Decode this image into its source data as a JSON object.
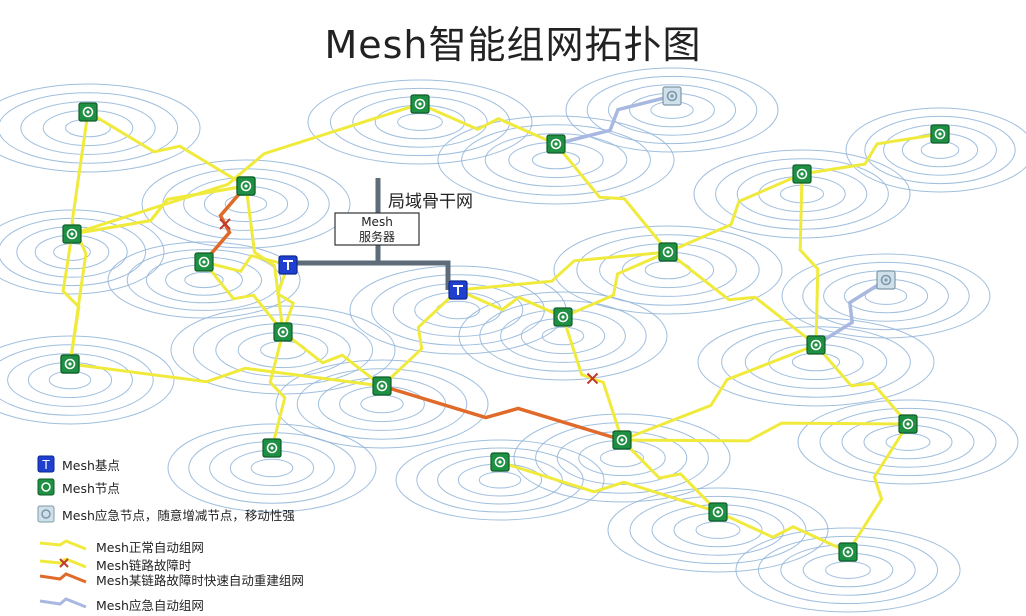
{
  "title": "Mesh智能组网拓扑图",
  "labels": {
    "backbone": "局域骨干网",
    "server_line1": "Mesh",
    "server_line2": "服务器"
  },
  "colors": {
    "ring": "#8fb4d8",
    "normal_link": "#f0ea3c",
    "repair_link": "#e06a2a",
    "emergency_link": "#a8b8e0",
    "backbone": "#5e6b78",
    "mesh_node": "#1f8f43",
    "root_node": "#1f3fd0",
    "emergency_node": "#cfe0ea",
    "fault_mark": "#c0392b"
  },
  "nodes": [
    {
      "id": "n1",
      "type": "node"
    },
    {
      "id": "n2",
      "type": "emergency"
    },
    {
      "id": "n3",
      "type": "node"
    },
    {
      "id": "n4",
      "type": "node"
    },
    {
      "id": "n5",
      "type": "node"
    },
    {
      "id": "n6",
      "type": "node"
    },
    {
      "id": "n7",
      "type": "node"
    },
    {
      "id": "n8",
      "type": "node"
    },
    {
      "id": "n9",
      "type": "node"
    },
    {
      "id": "r1",
      "type": "root"
    },
    {
      "id": "r2",
      "type": "root"
    },
    {
      "id": "n10",
      "type": "node"
    },
    {
      "id": "n11",
      "type": "node"
    },
    {
      "id": "n12",
      "type": "node"
    },
    {
      "id": "n13",
      "type": "emergency"
    },
    {
      "id": "n14",
      "type": "node"
    },
    {
      "id": "n15",
      "type": "node"
    },
    {
      "id": "n16",
      "type": "node"
    },
    {
      "id": "n17",
      "type": "node"
    },
    {
      "id": "n18",
      "type": "node"
    },
    {
      "id": "n19",
      "type": "node"
    },
    {
      "id": "n20",
      "type": "node"
    },
    {
      "id": "n21",
      "type": "node"
    },
    {
      "id": "n22",
      "type": "node"
    },
    {
      "id": "n23",
      "type": "node"
    },
    {
      "id": "n24",
      "type": "node"
    }
  ],
  "links": [
    {
      "from": "n1",
      "to": "n4",
      "kind": "normal"
    },
    {
      "from": "n1",
      "to": "n6",
      "kind": "normal"
    },
    {
      "from": "n4",
      "to": "n5",
      "kind": "normal"
    },
    {
      "from": "n5",
      "to": "n6",
      "kind": "normal"
    },
    {
      "from": "n6",
      "to": "n16",
      "kind": "normal"
    },
    {
      "from": "n5",
      "to": "n8",
      "kind": "normal"
    },
    {
      "from": "n8",
      "to": "n9",
      "kind": "normal"
    },
    {
      "from": "n9",
      "to": "n15",
      "kind": "normal"
    },
    {
      "from": "n9",
      "to": "r1",
      "kind": "normal"
    },
    {
      "from": "n15",
      "to": "r1",
      "kind": "normal"
    },
    {
      "from": "n8",
      "to": "n15",
      "kind": "normal"
    },
    {
      "from": "n15",
      "to": "n18",
      "kind": "normal"
    },
    {
      "from": "n15",
      "to": "n19",
      "kind": "normal"
    },
    {
      "from": "n19",
      "to": "r2",
      "kind": "normal"
    },
    {
      "from": "n19",
      "to": "n16",
      "kind": "normal"
    },
    {
      "from": "r2",
      "to": "n12",
      "kind": "normal"
    },
    {
      "from": "r2",
      "to": "n14",
      "kind": "normal"
    },
    {
      "from": "n5",
      "to": "n3",
      "kind": "normal"
    },
    {
      "from": "n3",
      "to": "n7",
      "kind": "normal"
    },
    {
      "from": "n7",
      "to": "n12",
      "kind": "normal"
    },
    {
      "from": "n10",
      "to": "n11",
      "kind": "normal"
    },
    {
      "from": "n11",
      "to": "n12",
      "kind": "normal"
    },
    {
      "from": "n11",
      "to": "n17",
      "kind": "normal"
    },
    {
      "from": "n12",
      "to": "n17",
      "kind": "normal"
    },
    {
      "from": "n17",
      "to": "n20",
      "kind": "normal"
    },
    {
      "from": "n17",
      "to": "n21",
      "kind": "normal"
    },
    {
      "from": "n20",
      "to": "n23",
      "kind": "normal"
    },
    {
      "from": "n21",
      "to": "n24",
      "kind": "normal"
    },
    {
      "from": "n23",
      "to": "n24",
      "kind": "normal"
    },
    {
      "from": "n23",
      "to": "n22",
      "kind": "normal"
    },
    {
      "from": "n21",
      "to": "n20",
      "kind": "normal"
    },
    {
      "from": "n14",
      "to": "n20",
      "kind": "normal"
    },
    {
      "from": "n14",
      "to": "n12",
      "kind": "normal"
    },
    {
      "from": "n4",
      "to": "n9",
      "kind": "repair"
    },
    {
      "from": "n19",
      "to": "n20",
      "kind": "repair"
    },
    {
      "from": "n2",
      "to": "n7",
      "kind": "emergency"
    },
    {
      "from": "n13",
      "to": "n17",
      "kind": "emergency"
    }
  ],
  "faults": [
    {
      "on": "n8-n9"
    },
    {
      "on": "n14-n20"
    }
  ],
  "legend": [
    {
      "icon": "root",
      "text": "Mesh基点"
    },
    {
      "icon": "node",
      "text": "Mesh节点"
    },
    {
      "icon": "emergency",
      "text": "Mesh应急节点，随意增减节点，移动性强"
    },
    {
      "icon": "normal",
      "text": "Mesh正常自动组网"
    },
    {
      "icon": "fault",
      "text": "Mesh链路故障时"
    },
    {
      "icon": "repair",
      "text": "Mesh某链路故障时快速自动重建组网"
    },
    {
      "icon": "emergency-line",
      "text": "Mesh应急自动组网"
    }
  ]
}
